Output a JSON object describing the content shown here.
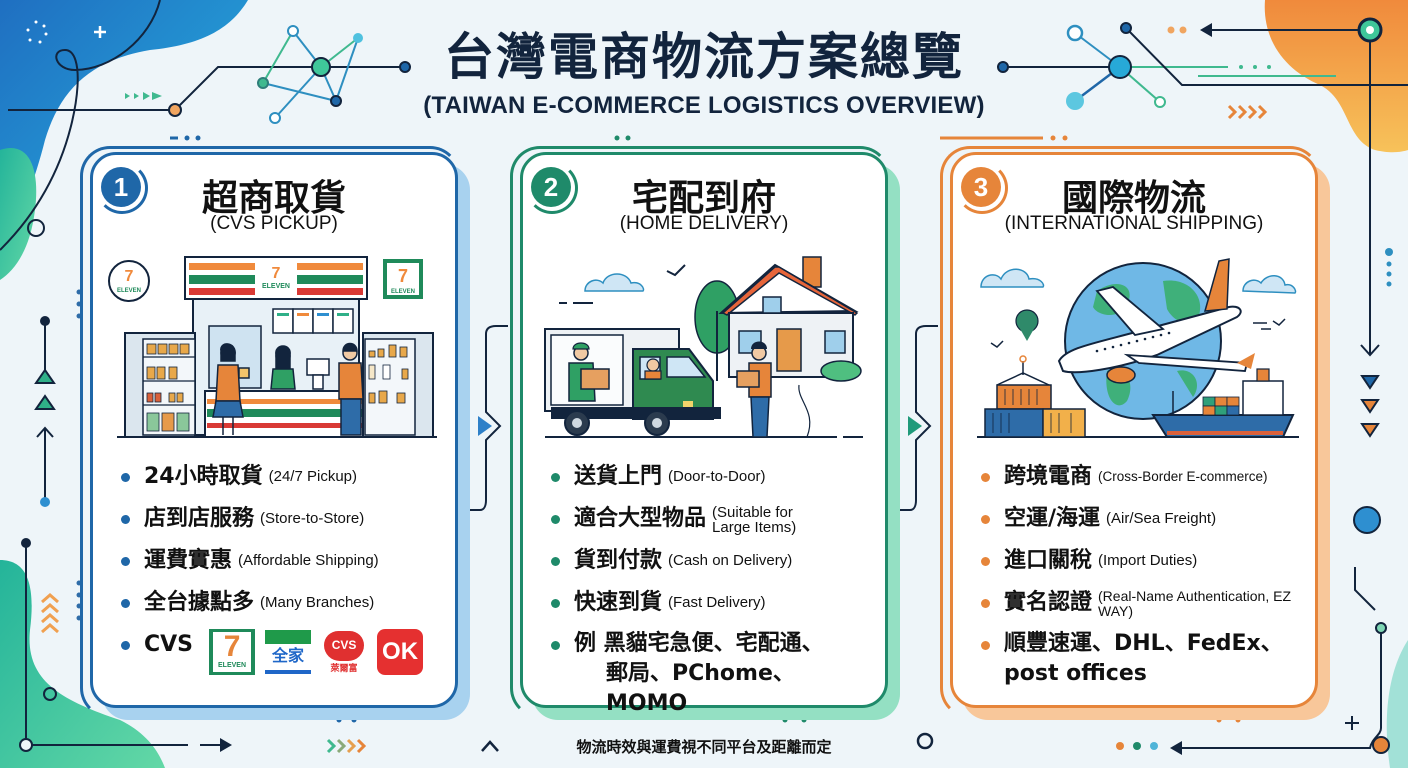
{
  "header": {
    "title_zh": "台灣電商物流方案總覽",
    "title_en": "(TAIWAN E-COMMERCE LOGISTICS OVERVIEW)"
  },
  "colors": {
    "navy": "#12243d",
    "blue": "#1f67a8",
    "green": "#1f8a6a",
    "orange": "#e6853a",
    "background": "#eef5f9"
  },
  "cards": [
    {
      "number": "1",
      "title_zh": "超商取貨",
      "title_en": "(CVS PICKUP)",
      "illustration": "convenience-store-counter",
      "items": [
        {
          "zh": "24小時取貨",
          "en": "(24/7 Pickup)"
        },
        {
          "zh": "店到店服務",
          "en": "(Store-to-Store)"
        },
        {
          "zh": "運費實惠",
          "en": "(Affordable Shipping)"
        },
        {
          "zh": "全台據點多",
          "en": "(Many Branches)"
        },
        {
          "zh": "CVS",
          "en": ""
        }
      ],
      "logos": [
        {
          "name": "7-ELEVEN",
          "text": "ELEVEN",
          "mark": "7"
        },
        {
          "name": "FamilyMart",
          "text": "全家"
        },
        {
          "name": "Hi-Life",
          "text": "CVS",
          "sub": "萊爾富"
        },
        {
          "name": "OK Mart",
          "text": "OK"
        }
      ],
      "store_signs": [
        "ELEVEN",
        "ELEVEN",
        "ELEVEN"
      ]
    },
    {
      "number": "2",
      "title_zh": "宅配到府",
      "title_en": "(HOME DELIVERY)",
      "illustration": "delivery-truck-house",
      "items": [
        {
          "zh": "送貨上門",
          "en": "(Door-to-Door)"
        },
        {
          "zh": "適合大型物品",
          "en": "(Suitable for Large Items)"
        },
        {
          "zh": "貨到付款",
          "en": "(Cash on Delivery)"
        },
        {
          "zh": "快速到貨",
          "en": "(Fast Delivery)"
        },
        {
          "zh": "例 黑貓宅急便、宅配通、",
          "zh2": "郵局、PChome、MOMO",
          "en": ""
        }
      ]
    },
    {
      "number": "3",
      "title_zh": "國際物流",
      "title_en": "(INTERNATIONAL SHIPPING)",
      "illustration": "globe-airplane-ship",
      "items": [
        {
          "zh": "跨境電商",
          "en": "(Cross-Border E-commerce)"
        },
        {
          "zh": "空運/海運",
          "en": "(Air/Sea Freight)"
        },
        {
          "zh": "進口關稅",
          "en": "(Import Duties)"
        },
        {
          "zh": "實名認證",
          "en": "(Real-Name Authentication, EZ WAY)"
        },
        {
          "zh": "順豐速運、DHL、FedEx、",
          "zh2": "post offices",
          "en": ""
        }
      ]
    }
  ],
  "footer": {
    "note": "物流時效與運費視不同平台及距離而定"
  }
}
